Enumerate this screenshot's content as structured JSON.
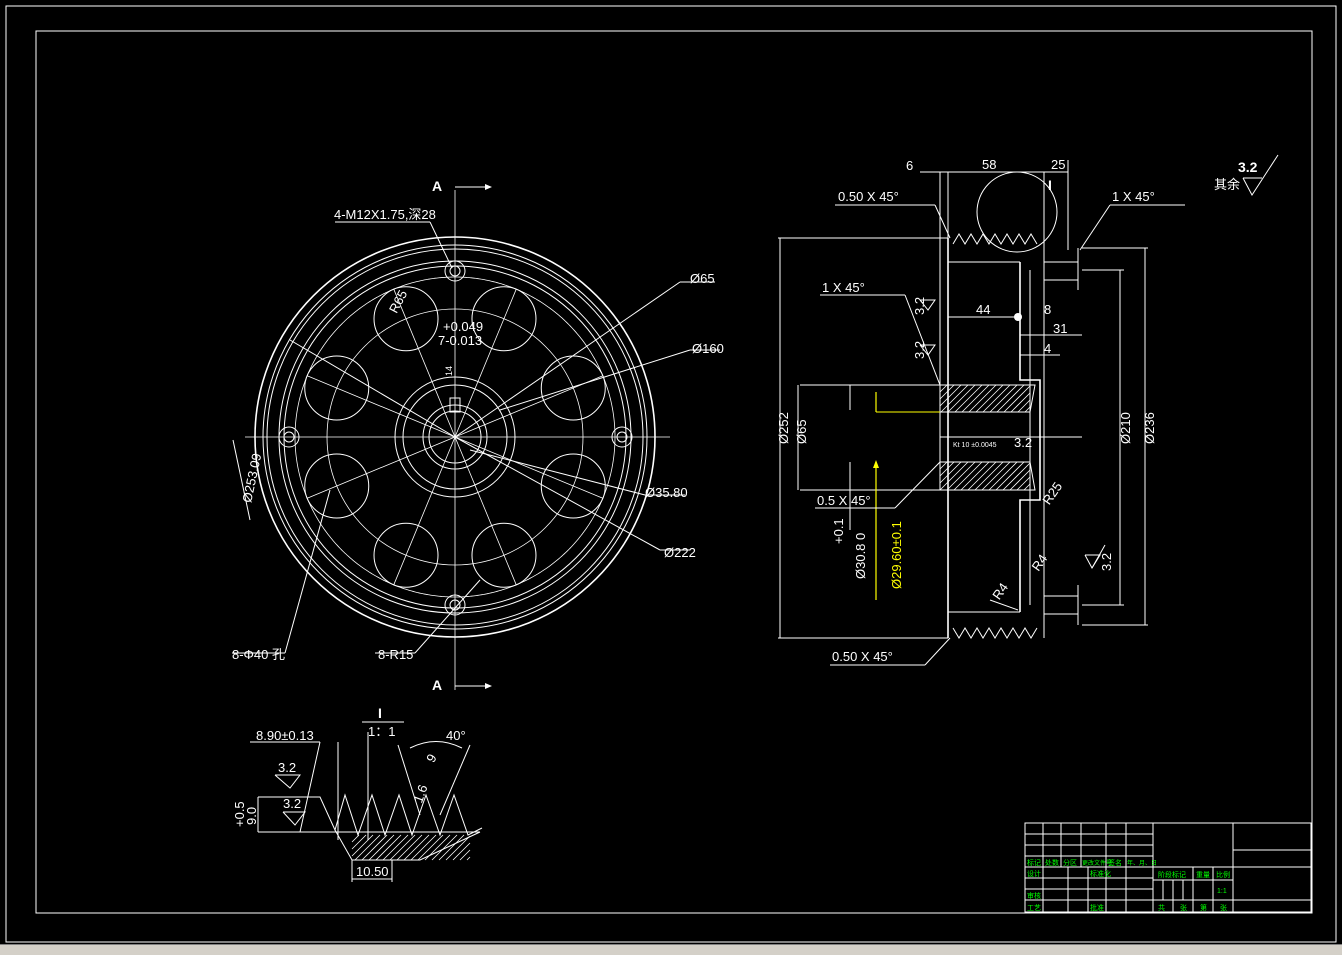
{
  "front_view": {
    "section_mark_top": "A",
    "section_mark_bottom": "A",
    "thread_note": "4-M12X1.75,深28",
    "r65": "R65",
    "tol_upper": "+0.049",
    "key_width": "7-0.013",
    "key_depth": "14",
    "dia65": "Ø65",
    "dia160": "Ø160",
    "dia35_80": "Ø35.80",
    "dia222": "Ø222",
    "dia_outer_angled": "Ø253.09",
    "holes_note": "8-Φ40 孔",
    "radius_note": "8-R15"
  },
  "section_view": {
    "d6": "6",
    "d58": "58",
    "d25": "25",
    "detail_I": "I",
    "chamfer_top_left": "0.50  X  45°",
    "chamfer_top_right": "1  X  45°",
    "chamfer_inner": "1  X  45°",
    "ra32_a": "3.2",
    "ra32_b": "3.2",
    "d44": "44",
    "d8": "8",
    "d31": "31",
    "d4": "4",
    "dia252": "Ø252",
    "dia65": "Ø65",
    "key_note": "Kt 10 ±0.0045",
    "ra32_c": "3.2",
    "dia210": "Ø210",
    "dia236": "Ø236",
    "chamfer_05": "0.5  X  45°",
    "tol_01": "+0.1",
    "dia30_8": "Ø30.8 0",
    "dia29_6": "Ø29.60±0.1",
    "r25": "R25",
    "r4_a": "R4",
    "r4_b": "R4",
    "ra32_d": "3.2",
    "chamfer_bottom": "0.50  X  45°"
  },
  "roughness_note": {
    "value": "3.2",
    "label": "其余"
  },
  "detail_view": {
    "title": "I",
    "scale": "1：1",
    "pitch": "8.90±0.13",
    "angle": "40°",
    "ra_a": "3.2",
    "ra_b": "3.2",
    "depth_tol": "+0.5",
    "depth": "9.0",
    "r9": "9",
    "r16": "1.6",
    "width": "10.50"
  },
  "title_block": {
    "c1": "标记",
    "c2": "处数",
    "c3": "分区",
    "c4": "更改文件号",
    "c5": "签名",
    "c6": "年、月、日",
    "r_design": "设计",
    "r_std": "标准化",
    "r_review": "审核",
    "r_process": "工艺",
    "r_approve": "批准",
    "stage": "阶段标记",
    "weight": "重量",
    "ratio": "比例",
    "ratio_val": "1:1",
    "sheets_total": "共",
    "sheets_a": "张",
    "sheets_b": "第",
    "sheets_c": "张"
  },
  "colors": {
    "background": "#000000",
    "lines": "#ffffff",
    "highlight": "#ffff00",
    "titleblock_text": "#00ff00"
  }
}
